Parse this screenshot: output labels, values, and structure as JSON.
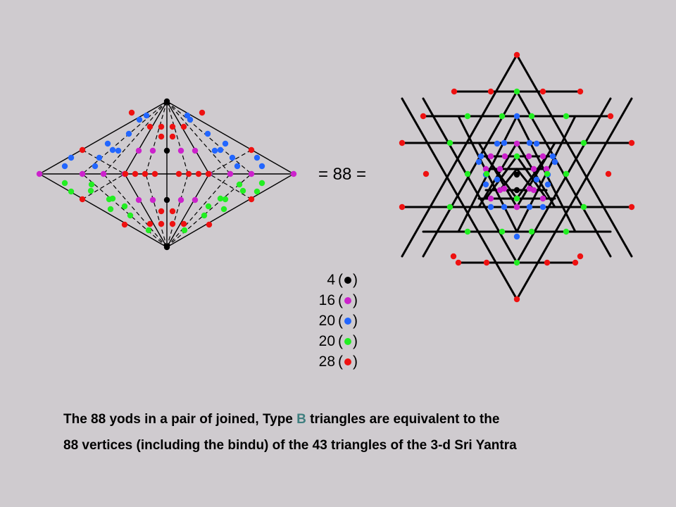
{
  "equation_label": "= 88 =",
  "legend": [
    {
      "count": "4",
      "color": "#000000"
    },
    {
      "count": "16",
      "color": "#cc22cc"
    },
    {
      "count": "20",
      "color": "#2266ff"
    },
    {
      "count": "20",
      "color": "#22ee22"
    },
    {
      "count": "28",
      "color": "#ee1111"
    }
  ],
  "caption": {
    "line1_before": "The 88 yods in a pair of joined, Type ",
    "line1_letter": "B",
    "line1_after": " triangles are equivalent to the",
    "line2": "88 vertices (including the bindu) of the 43 triangles of the 3-d Sri Yantra"
  },
  "colors": {
    "background": "#cfcbcf",
    "black": "#000000",
    "magenta": "#cc22cc",
    "blue": "#2266ff",
    "green": "#22ee22",
    "red": "#ee1111"
  }
}
